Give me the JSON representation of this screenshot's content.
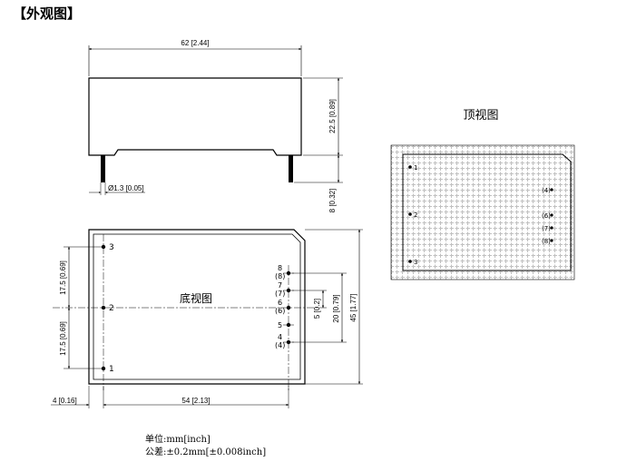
{
  "title": "【外观图】",
  "top_view_label": "顶视图",
  "bottom_view_label": "底视图",
  "dims": {
    "width": "62 [2.44]",
    "height": "22.5 [0.89]",
    "pin_dia": "Ø1.3 [0.05]",
    "pin_len": "8 [0.32]",
    "pitch_a": "17.5 [0.69]",
    "pitch_b": "17.5 [0.69]",
    "offset": "4 [0.16]",
    "span": "54 [2.13]",
    "pitch_small": "5 [0.2]",
    "pitch_mid": "20 [0.79]",
    "depth": "45 [1.77]"
  },
  "pins_left": [
    "3",
    "2",
    "1"
  ],
  "pins_right": [
    {
      "num": "8",
      "alt": "(8)"
    },
    {
      "num": "7",
      "alt": "(7)"
    },
    {
      "num": "6",
      "alt": "(6)"
    },
    {
      "num": "5",
      "alt": ""
    },
    {
      "num": "4",
      "alt": "(4)"
    }
  ],
  "top_pins_left": [
    "1",
    "2",
    "3"
  ],
  "top_pins_right": [
    "(4)",
    "(6)",
    "(7)",
    "(8)"
  ],
  "notes": {
    "unit": "单位:mm[inch]",
    "tolerance": "公差:±0.2mm[±0.008inch]"
  }
}
